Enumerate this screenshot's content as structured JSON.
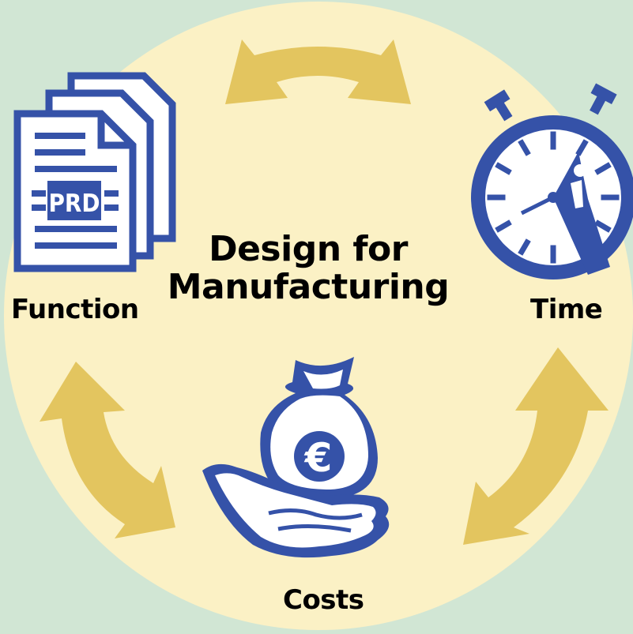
{
  "title": {
    "line1": "Design for",
    "line2": "Manufacturing"
  },
  "labels": {
    "function": "Function",
    "time": "Time",
    "costs": "Costs"
  },
  "document_icon_text": "PRD",
  "currency_symbol": "€",
  "colors": {
    "background": "#d1e6d4",
    "circle": "#fbf1c5",
    "arrow": "#e3c55f",
    "icon_blue": "#3552a8",
    "icon_fill": "#ffffff"
  },
  "icons": [
    "document-stack-icon",
    "stopwatch-icon",
    "money-bag-hand-icon"
  ]
}
